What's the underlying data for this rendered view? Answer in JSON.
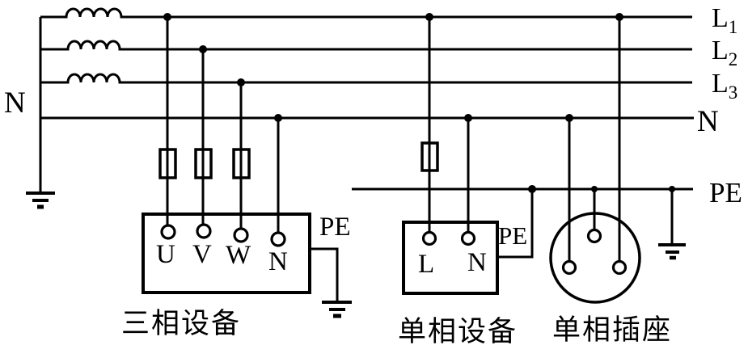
{
  "colors": {
    "line": "#000000",
    "background": "#ffffff"
  },
  "source": {
    "neutral_label": "N"
  },
  "bus": {
    "l1": {
      "base": "L",
      "sub": "1"
    },
    "l2": {
      "base": "L",
      "sub": "2"
    },
    "l3": {
      "base": "L",
      "sub": "3"
    },
    "n": "N",
    "pe": "PE"
  },
  "three_phase_device": {
    "caption": "三相设备",
    "terminals": [
      "U",
      "V",
      "W",
      "N"
    ],
    "pe_label": "PE"
  },
  "single_phase_device": {
    "caption": "单相设备",
    "terminals": [
      "L",
      "N"
    ],
    "pe_label": "PE"
  },
  "single_phase_socket": {
    "caption": "单相插座"
  }
}
